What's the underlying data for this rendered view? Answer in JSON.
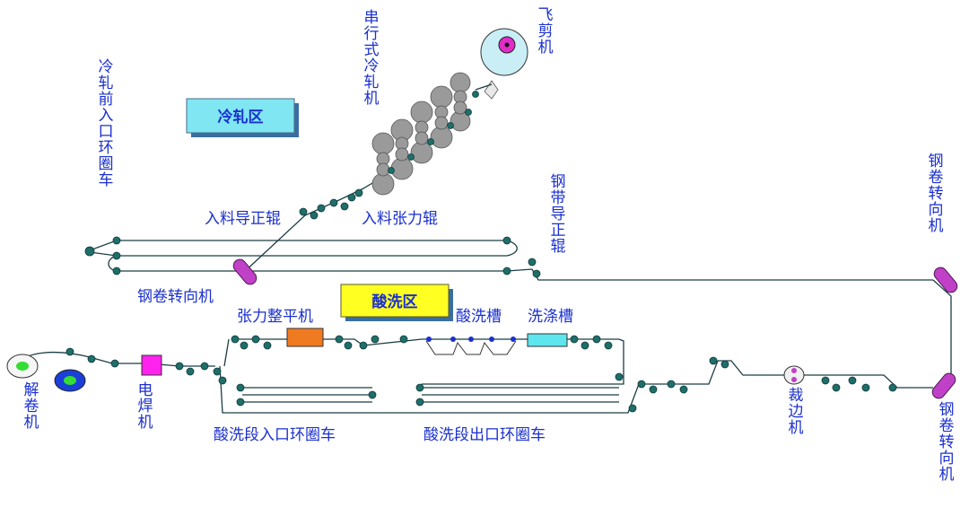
{
  "zones": {
    "cold_rolling": "冷轧区",
    "pickling": "酸洗区"
  },
  "labels": {
    "flying_shear": "飞剪机",
    "tandem_mill": "串行式冷轧机",
    "cold_entry_looper": "冷轧前入口环圈车",
    "entry_guide_roll": "入料导正辊",
    "entry_tension_roll": "入料张力辊",
    "strip_guide_roll": "钢带导正辊",
    "coil_turning_top_left": "钢卷转向机",
    "coil_turning_top_right": "钢卷转向机",
    "coil_turning_bottom_right": "钢卷转向机",
    "tension_leveler": "张力整平机",
    "pickling_tank": "酸洗槽",
    "rinse_tank": "洗涤槽",
    "uncoiler": "解卷机",
    "welder": "电焊机",
    "pickling_entry_looper": "酸洗段入口环圈车",
    "pickling_exit_looper": "酸洗段出口环圈车",
    "side_trimmer": "裁边机"
  },
  "colors": {
    "label_blue": "#1a2fd0",
    "cold_zone_fill": "#7fe6f2",
    "pickling_zone_fill": "#ffff22",
    "roll_fill": "#1f6e6a",
    "mill_roll_fill": "#9a9a9a",
    "turning_roll_fill": "#c040c8",
    "leveler_fill": "#f07a20",
    "welder_fill": "#ff22ee",
    "rinse_fill": "#5de6ee",
    "uncoiler_fill": "#33dd33",
    "coil_blue": "#1a3fd8"
  }
}
